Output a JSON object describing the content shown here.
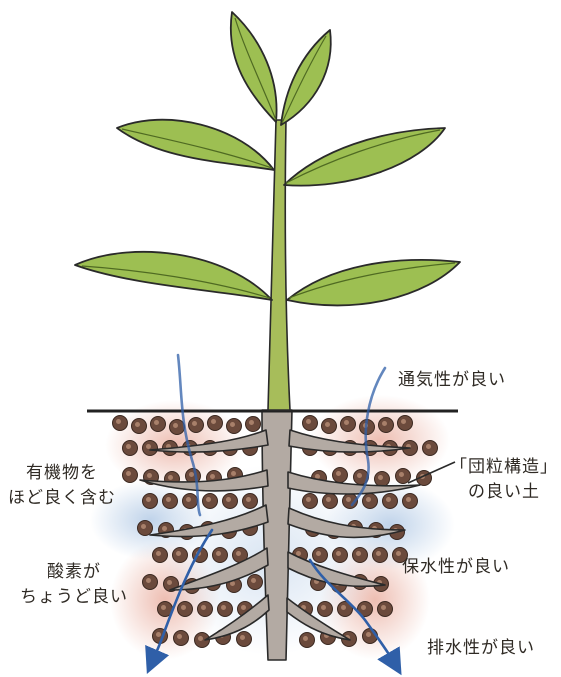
{
  "labels": {
    "aeration": "通気性が良い",
    "structure_line1": "「団粒構造」",
    "structure_line2": "の良い土",
    "organic_line1": "有機物を",
    "organic_line2": "ほど良く含む",
    "oxygen_line1": "酸素が",
    "oxygen_line2": "ちょうど良い",
    "water_retention": "保水性が良い",
    "drainage": "排水性が良い"
  },
  "colors": {
    "leaf": "#9dbf52",
    "leaf_vein": "#4f6a22",
    "outline": "#2a2a2a",
    "stem": "#a7bd5a",
    "soil_line": "#222222",
    "root": "#b3aaa3",
    "soil_pink": "#e8a898",
    "soil_blue": "#b4cbe6",
    "granule": "#6b4a3c",
    "arrow_blue": "#2f5fa8"
  }
}
